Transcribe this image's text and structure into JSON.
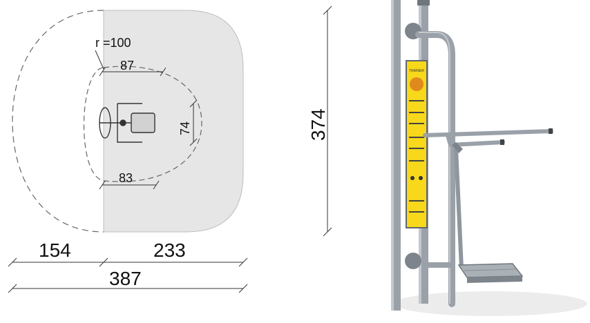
{
  "plan": {
    "radius_label": "r =100",
    "width_left": "154",
    "width_right": "233",
    "width_total": "387",
    "height_total": "374",
    "inner_top": "87",
    "inner_bottom": "83",
    "inner_side": "74"
  },
  "product": {
    "sign_heading": "TRAINER",
    "colors": {
      "sign": "#f7d81a",
      "pipe": "#9aa1a8",
      "zone": "#e6e6e6"
    }
  }
}
